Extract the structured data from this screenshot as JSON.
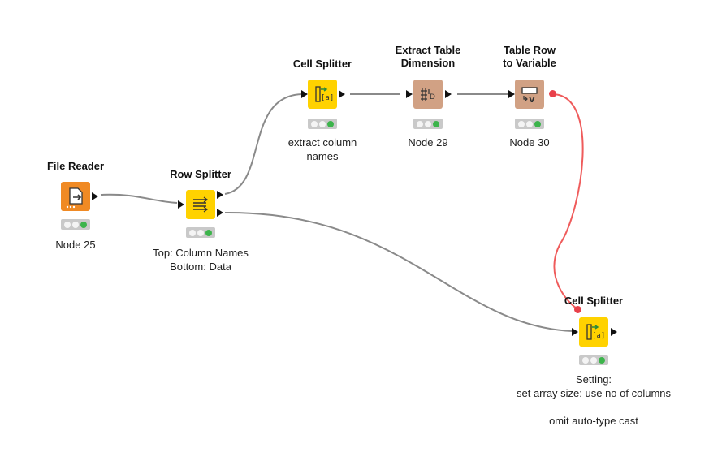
{
  "workflow": {
    "nodes": [
      {
        "id": "file-reader",
        "title": [
          "File Reader"
        ],
        "label": [
          "Node 25"
        ],
        "kind": "source",
        "color": "#f08a24",
        "icon": "file-reader-icon"
      },
      {
        "id": "row-splitter",
        "title": [
          "Row Splitter"
        ],
        "label": [
          "Top: Column Names",
          "Bottom: Data"
        ],
        "kind": "manipulator",
        "color": "#ffd200",
        "icon": "row-splitter-icon"
      },
      {
        "id": "cell-splitter-1",
        "title": [
          "Cell Splitter"
        ],
        "label": [
          "extract column",
          "names"
        ],
        "kind": "manipulator",
        "color": "#ffd200",
        "icon": "cell-splitter-icon"
      },
      {
        "id": "extract-table-dimension",
        "title": [
          "Extract Table",
          "Dimension"
        ],
        "label": [
          "Node 29"
        ],
        "kind": "other",
        "color": "#d1a184",
        "icon": "extract-dimension-icon"
      },
      {
        "id": "table-row-to-variable",
        "title": [
          "Table Row",
          "to Variable"
        ],
        "label": [
          "Node 30"
        ],
        "kind": "other",
        "color": "#d1a184",
        "icon": "row-to-variable-icon"
      },
      {
        "id": "cell-splitter-2",
        "title": [
          "Cell Splitter"
        ],
        "label": [
          "Setting:",
          "set array size: use no of columns",
          "",
          "omit auto-type cast"
        ],
        "kind": "manipulator",
        "color": "#ffd200",
        "icon": "cell-splitter-icon"
      }
    ],
    "connections": [
      {
        "from": "file-reader",
        "to": "row-splitter",
        "type": "data"
      },
      {
        "from": "row-splitter",
        "to": "cell-splitter-1",
        "type": "data"
      },
      {
        "from": "cell-splitter-1",
        "to": "extract-table-dimension",
        "type": "data"
      },
      {
        "from": "extract-table-dimension",
        "to": "table-row-to-variable",
        "type": "data"
      },
      {
        "from": "row-splitter",
        "to": "cell-splitter-2",
        "type": "data"
      },
      {
        "from": "table-row-to-variable",
        "to": "cell-splitter-2",
        "type": "flow-variable"
      }
    ],
    "colors": {
      "data_connection": "#8a8a8a",
      "variable_connection": "#ef5b5b",
      "status_ok": "#3cb44b"
    }
  }
}
